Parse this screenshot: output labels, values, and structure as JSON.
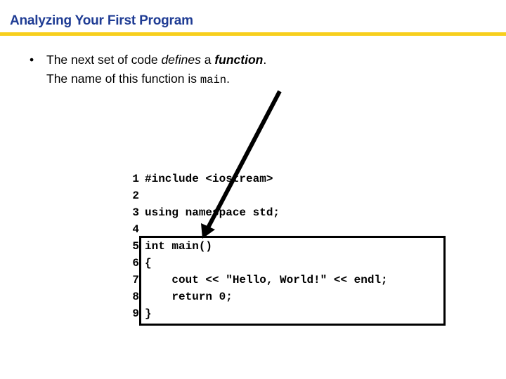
{
  "slide": {
    "title": "Analyzing Your First Program",
    "accent_rule_color": "#f7cf1d",
    "title_color": "#1f3c94",
    "background_color": "#ffffff"
  },
  "body": {
    "bullet_marker": "•",
    "line1_part1": "The next set of code ",
    "line1_emphasis_italic": "defines",
    "line1_part2": " a ",
    "line1_emphasis_bolditalic": "function",
    "line1_part3": ".",
    "line2_part1": "The name of this function is ",
    "line2_mono": "main",
    "line2_part2": "."
  },
  "annotation": {
    "arrow_name": "callout-arrow",
    "arrow_color": "#000000",
    "points_to": "int main()"
  },
  "code": {
    "language": "C++",
    "highlight_box_label": "function-definition-highlight",
    "lines": [
      {
        "no": "1",
        "text": "#include <iostream>"
      },
      {
        "no": "2",
        "text": ""
      },
      {
        "no": "3",
        "text": "using namespace std;"
      },
      {
        "no": "4",
        "text": ""
      },
      {
        "no": "5",
        "text": "int main()"
      },
      {
        "no": "6",
        "text": "{"
      },
      {
        "no": "7",
        "text": "    cout << \"Hello, World!\" << endl;"
      },
      {
        "no": "8",
        "text": "    return 0;"
      },
      {
        "no": "9",
        "text": "}"
      }
    ]
  }
}
